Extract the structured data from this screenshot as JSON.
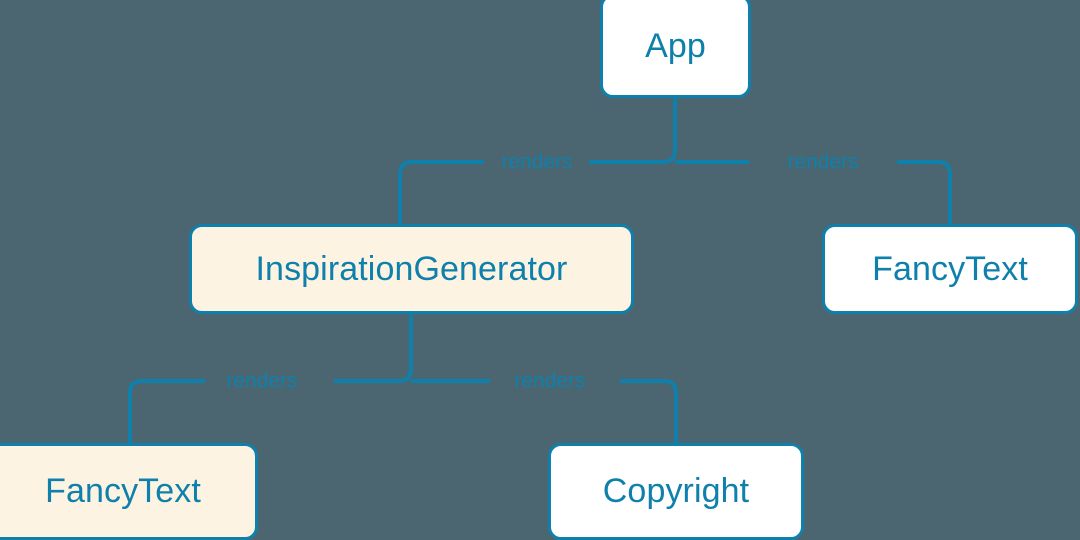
{
  "diagram": {
    "type": "component-tree",
    "background_color": "#4b6670",
    "accent_color": "#0f80ab",
    "node_fill_plain": "#ffffff",
    "node_fill_highlight": "#fdf3e3",
    "nodes": [
      {
        "id": "app",
        "label": "App",
        "style": "plain"
      },
      {
        "id": "inspiration",
        "label": "InspirationGenerator",
        "style": "highlight"
      },
      {
        "id": "fancytext_right",
        "label": "FancyText",
        "style": "plain"
      },
      {
        "id": "fancytext_left",
        "label": "FancyText",
        "style": "highlight"
      },
      {
        "id": "copyright",
        "label": "Copyright",
        "style": "plain"
      }
    ],
    "edges": [
      {
        "from": "app",
        "to": "inspiration",
        "label": "renders"
      },
      {
        "from": "app",
        "to": "fancytext_right",
        "label": "renders"
      },
      {
        "from": "inspiration",
        "to": "fancytext_left",
        "label": "renders"
      },
      {
        "from": "inspiration",
        "to": "copyright",
        "label": "renders"
      }
    ]
  }
}
